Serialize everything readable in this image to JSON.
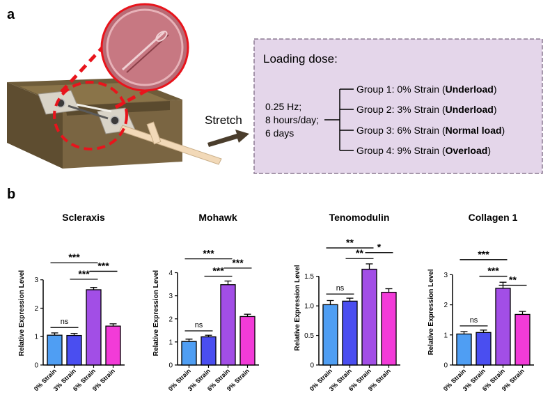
{
  "panel_a": {
    "label": "a",
    "stretch_label": "Stretch",
    "dose_title": "Loading dose:",
    "conditions": [
      "0.25 Hz;",
      "8 hours/day;",
      "6 days"
    ],
    "groups": [
      {
        "prefix": "Group 1: 0% Strain (",
        "load": "Underload",
        "suffix": ")"
      },
      {
        "prefix": "Group 2: 3% Strain (",
        "load": "Underload",
        "suffix": ")"
      },
      {
        "prefix": "Group 3: 6% Strain (",
        "load": "Normal load",
        "suffix": ")"
      },
      {
        "prefix": "Group 4: 9% Strain (",
        "load": "Overload",
        "suffix": ")"
      }
    ],
    "box_color": "#e4d6ea",
    "box_border": "#8c7a92",
    "callout_color": "#e8141c"
  },
  "panel_b": {
    "label": "b"
  },
  "colors": [
    "#4f9ef3",
    "#4a4ef0",
    "#a24ee6",
    "#f23bd8"
  ],
  "chart_data": [
    {
      "type": "bar",
      "title": "Scleraxis",
      "ylabel": "Relative Expression Level",
      "categories": [
        "0% Strain",
        "3% Strain",
        "6% Strain",
        "9% Strain"
      ],
      "values": [
        1.05,
        1.04,
        2.65,
        1.37
      ],
      "errors": [
        0.08,
        0.07,
        0.08,
        0.08
      ],
      "ylim": [
        0,
        3.9
      ],
      "yticks": [
        0,
        1,
        2,
        3
      ],
      "significance": [
        {
          "from": 0,
          "to": 1,
          "label": "ns",
          "y": 1.32
        },
        {
          "from": 1,
          "to": 2,
          "label": "***",
          "y": 3.02
        },
        {
          "from": 0,
          "to": 2,
          "label": "***",
          "y": 3.6
        },
        {
          "from": 2,
          "to": 3,
          "label": "***",
          "y": 3.3
        }
      ]
    },
    {
      "type": "bar",
      "title": "Mohawk",
      "ylabel": "Relative Expression Level",
      "categories": [
        "0% Strain",
        "3% Strain",
        "6% Strain",
        "9% Strain"
      ],
      "values": [
        1.02,
        1.22,
        3.48,
        2.1
      ],
      "errors": [
        0.1,
        0.07,
        0.16,
        0.1
      ],
      "ylim": [
        0,
        4.8
      ],
      "yticks": [
        0,
        1,
        2,
        3,
        4
      ],
      "significance": [
        {
          "from": 0,
          "to": 1,
          "label": "ns",
          "y": 1.48
        },
        {
          "from": 1,
          "to": 2,
          "label": "***",
          "y": 3.85
        },
        {
          "from": 0,
          "to": 2,
          "label": "***",
          "y": 4.6
        },
        {
          "from": 2,
          "to": 3,
          "label": "***",
          "y": 4.2
        }
      ]
    },
    {
      "type": "bar",
      "title": "Tenomodulin",
      "ylabel": "Relative Expression Level",
      "categories": [
        "0% Strain",
        "3% Strain",
        "6% Strain",
        "9% Strain"
      ],
      "values": [
        1.02,
        1.08,
        1.62,
        1.23
      ],
      "errors": [
        0.07,
        0.05,
        0.09,
        0.06
      ],
      "ylim": [
        0,
        2.05
      ],
      "yticks": [
        0,
        0.5,
        1.0,
        1.5
      ],
      "ytick_labels": [
        "0",
        "0.5",
        "1.0",
        "1.5"
      ],
      "significance": [
        {
          "from": 0,
          "to": 1,
          "label": "ns",
          "y": 1.2
        },
        {
          "from": 1,
          "to": 2,
          "label": "**",
          "y": 1.8
        },
        {
          "from": 0,
          "to": 2,
          "label": "**",
          "y": 1.98
        },
        {
          "from": 2,
          "to": 3,
          "label": "*",
          "y": 1.9
        }
      ]
    },
    {
      "type": "bar",
      "title": "Collagen 1",
      "ylabel": "Relative Expression Level",
      "categories": [
        "0% Strain",
        "3% Strain",
        "6% Strain",
        "9% Strain"
      ],
      "values": [
        1.03,
        1.08,
        2.55,
        1.68
      ],
      "errors": [
        0.08,
        0.08,
        0.2,
        0.1
      ],
      "ylim": [
        0,
        3.75
      ],
      "yticks": [
        0,
        1,
        2,
        3
      ],
      "significance": [
        {
          "from": 0,
          "to": 1,
          "label": "ns",
          "y": 1.3
        },
        {
          "from": 1,
          "to": 2,
          "label": "***",
          "y": 2.95
        },
        {
          "from": 0,
          "to": 2,
          "label": "***",
          "y": 3.5
        },
        {
          "from": 2,
          "to": 3,
          "label": "**",
          "y": 2.65
        }
      ]
    }
  ]
}
